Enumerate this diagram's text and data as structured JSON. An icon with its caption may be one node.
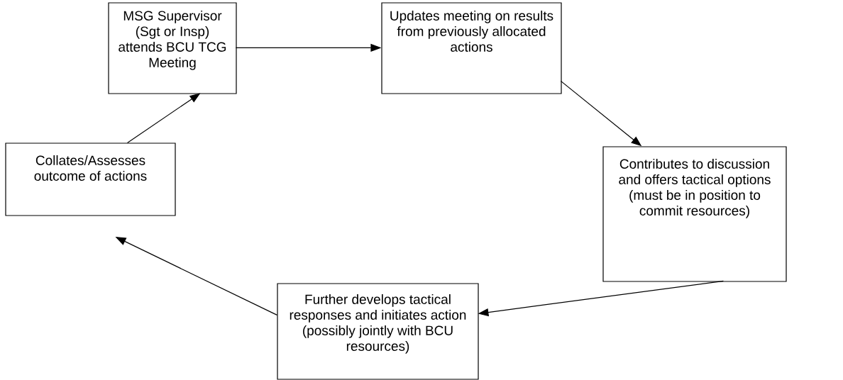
{
  "diagram": {
    "nodes": [
      {
        "text": [
          "MSG Supervisor (Sgt or Insp) attends BCU TCG Meeting"
        ]
      },
      {
        "text": [
          "Updates meeting on results from previously allocated actions"
        ]
      },
      {
        "text": [
          "Contributes to discussion and offers tactical options (must be in position to commit resources)"
        ]
      },
      {
        "text": [
          "Further develops tactical responses and initiates action (possibly jointly with BCU resources)"
        ]
      },
      {
        "text": [
          "Collates/Assesses outcome of actions"
        ]
      }
    ],
    "edges": [
      {
        "from": 0,
        "to": 1,
        "arrow": "to"
      },
      {
        "from": 1,
        "to": 2,
        "arrow": "to"
      },
      {
        "from": 2,
        "to": 3,
        "arrow": "to"
      },
      {
        "from": 3,
        "to": 4,
        "arrow": "to"
      },
      {
        "from": 4,
        "to": 0,
        "arrow": "to"
      }
    ]
  }
}
